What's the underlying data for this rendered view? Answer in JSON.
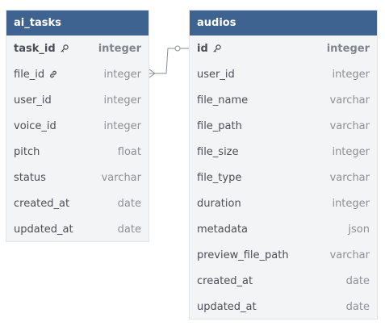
{
  "tables": [
    {
      "name": "ai_tasks",
      "columns": [
        {
          "name": "task_id",
          "type": "integer",
          "icon": "key-icon",
          "primary": true
        },
        {
          "name": "file_id",
          "type": "integer",
          "icon": "link-icon",
          "primary": false
        },
        {
          "name": "user_id",
          "type": "integer",
          "icon": "",
          "primary": false
        },
        {
          "name": "voice_id",
          "type": "integer",
          "icon": "",
          "primary": false
        },
        {
          "name": "pitch",
          "type": "float",
          "icon": "",
          "primary": false
        },
        {
          "name": "status",
          "type": "varchar",
          "icon": "",
          "primary": false
        },
        {
          "name": "created_at",
          "type": "date",
          "icon": "",
          "primary": false
        },
        {
          "name": "updated_at",
          "type": "date",
          "icon": "",
          "primary": false
        }
      ]
    },
    {
      "name": "audios",
      "columns": [
        {
          "name": "id",
          "type": "integer",
          "icon": "key-icon",
          "primary": true
        },
        {
          "name": "user_id",
          "type": "integer",
          "icon": "",
          "primary": false
        },
        {
          "name": "file_name",
          "type": "varchar",
          "icon": "",
          "primary": false
        },
        {
          "name": "file_path",
          "type": "varchar",
          "icon": "",
          "primary": false
        },
        {
          "name": "file_size",
          "type": "integer",
          "icon": "",
          "primary": false
        },
        {
          "name": "file_type",
          "type": "varchar",
          "icon": "",
          "primary": false
        },
        {
          "name": "duration",
          "type": "integer",
          "icon": "",
          "primary": false
        },
        {
          "name": "metadata",
          "type": "json",
          "icon": "",
          "primary": false
        },
        {
          "name": "preview_file_path",
          "type": "varchar",
          "icon": "",
          "primary": false
        },
        {
          "name": "created_at",
          "type": "date",
          "icon": "",
          "primary": false
        },
        {
          "name": "updated_at",
          "type": "date",
          "icon": "",
          "primary": false
        }
      ]
    }
  ],
  "relationship": {
    "from_table": "ai_tasks",
    "from_column": "file_id",
    "from_cardinality": "many",
    "to_table": "audios",
    "to_column": "id",
    "to_cardinality": "one"
  },
  "colors": {
    "header": "#3f6391",
    "table_bg": "#f3f4f6",
    "connector": "#8a8f96"
  }
}
